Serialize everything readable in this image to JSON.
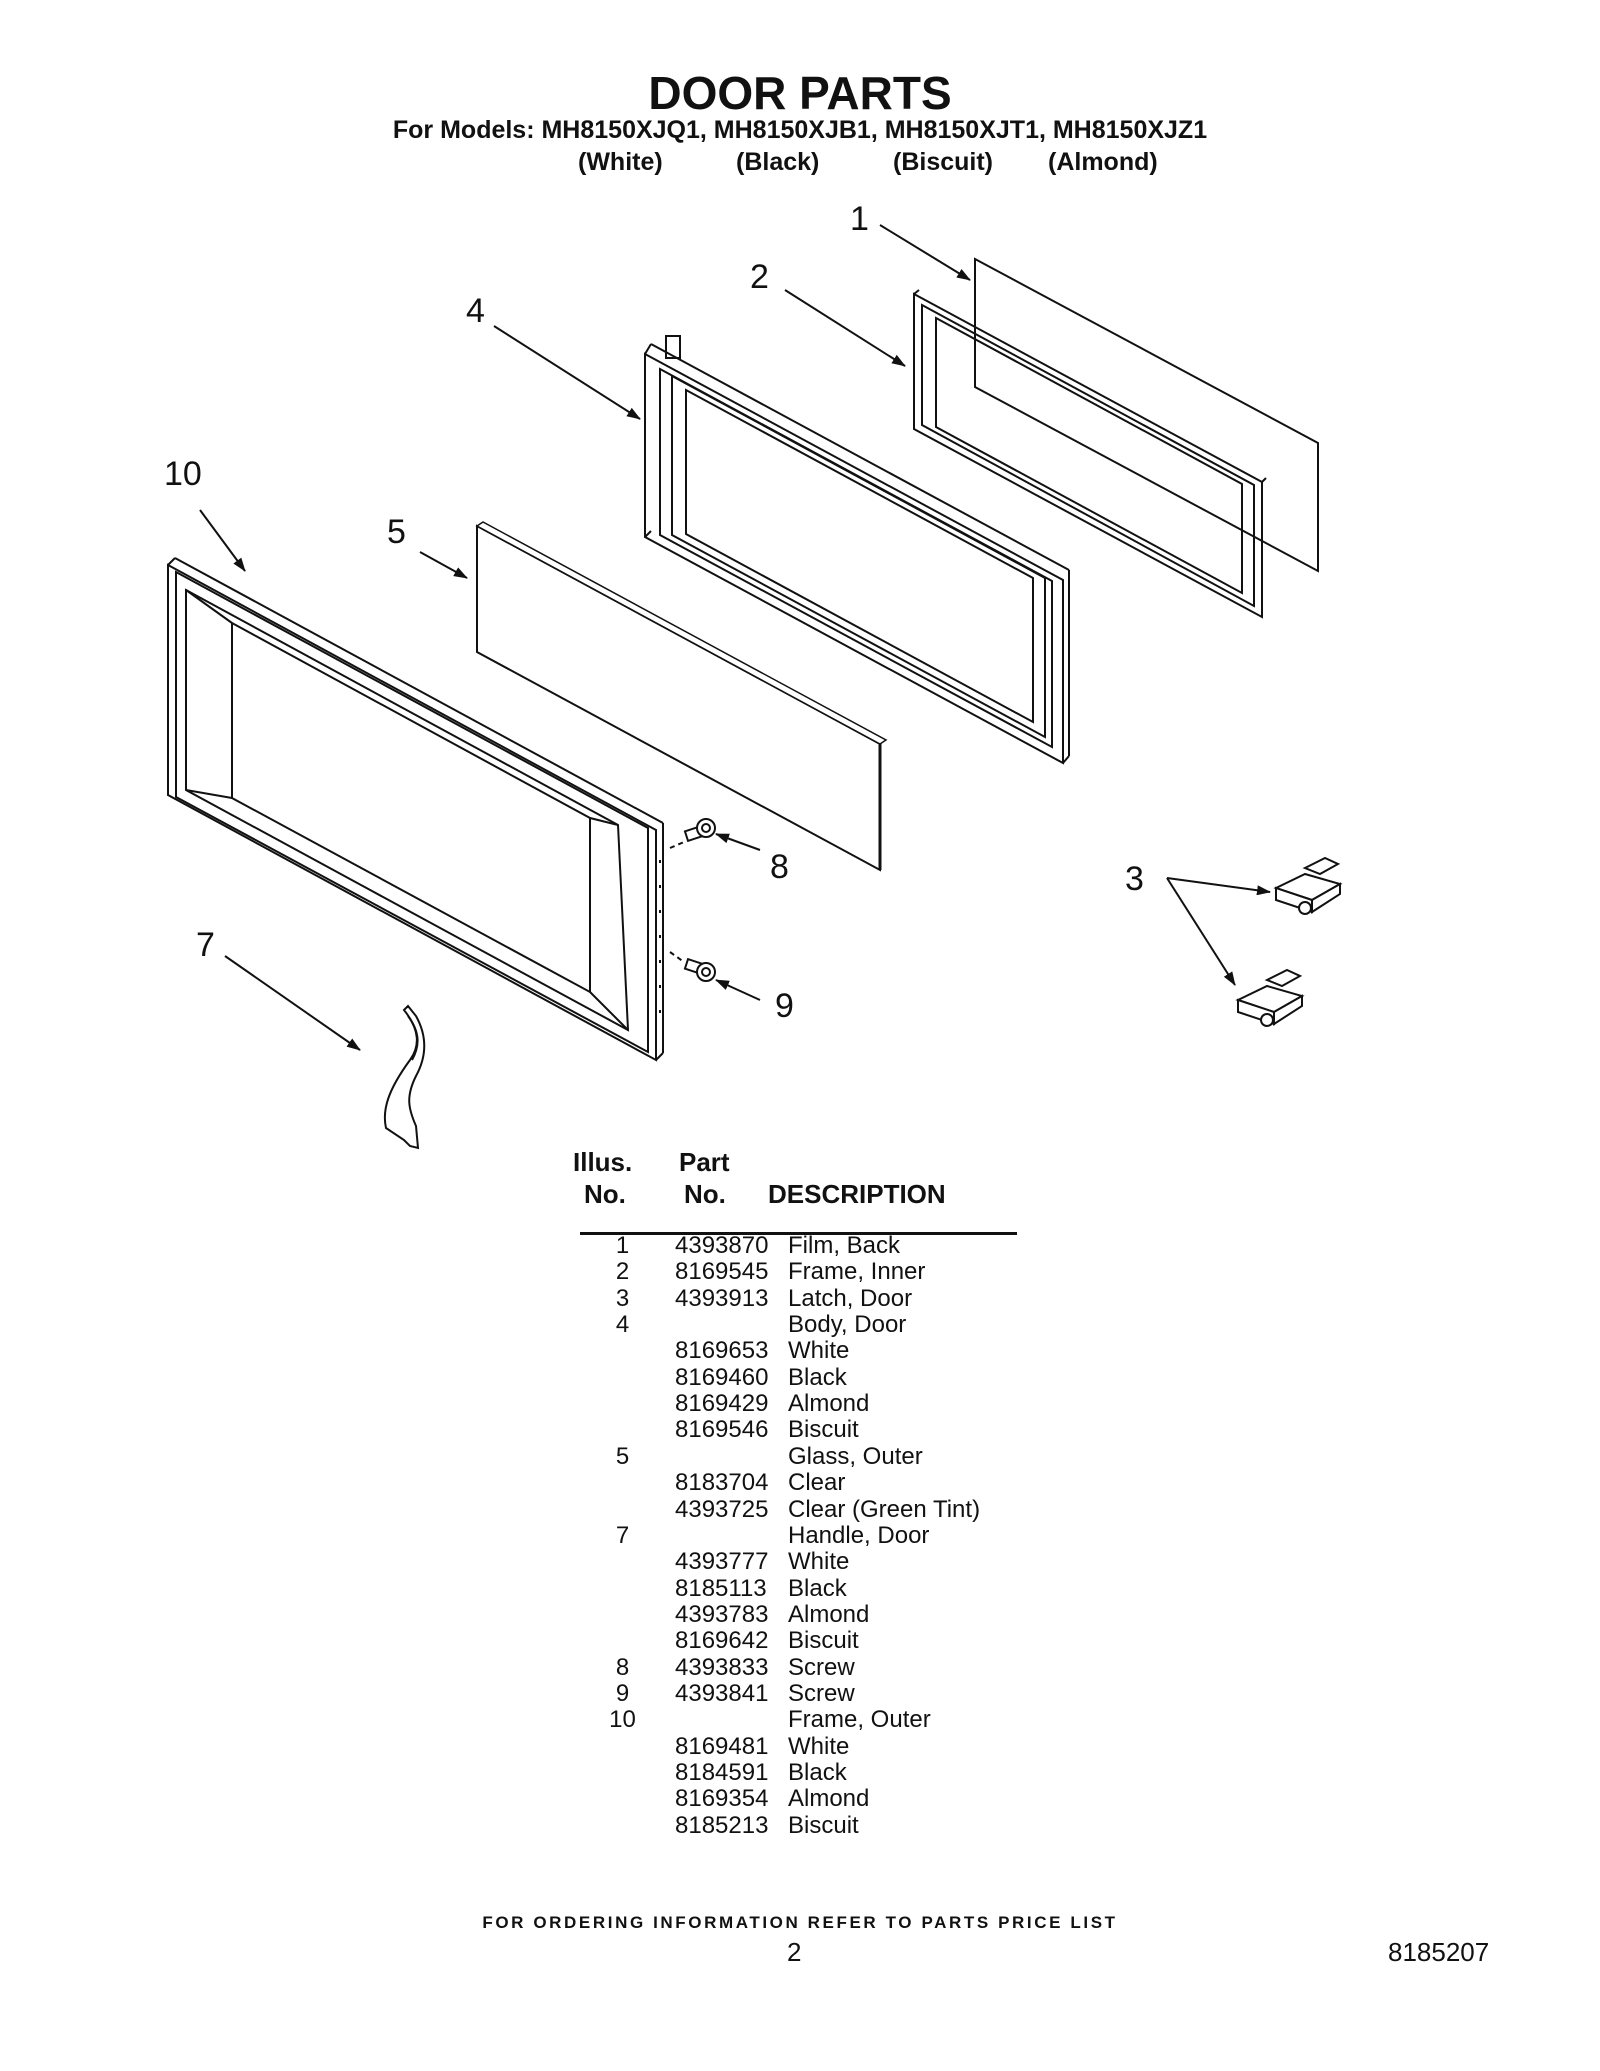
{
  "header": {
    "title": "DOOR PARTS",
    "models": "For Models: MH8150XJQ1, MH8150XJB1, MH8150XJT1, MH8150XJZ1",
    "colors": [
      "(White)",
      "(Black)",
      "(Biscuit)",
      "(Almond)"
    ]
  },
  "callouts": {
    "c1": "1",
    "c2": "2",
    "c3": "3",
    "c4": "4",
    "c5": "5",
    "c7": "7",
    "c8": "8",
    "c9": "9",
    "c10": "10"
  },
  "table": {
    "headers": {
      "illus_1": "Illus.",
      "illus_2": "No.",
      "part_1": "Part",
      "part_2": "No.",
      "desc": "DESCRIPTION"
    },
    "rows": [
      {
        "illus": "1",
        "part": "4393870",
        "desc": "Film, Back"
      },
      {
        "illus": "2",
        "part": "8169545",
        "desc": "Frame, Inner"
      },
      {
        "illus": "3",
        "part": "4393913",
        "desc": "Latch, Door"
      },
      {
        "illus": "4",
        "part": "",
        "desc": "Body, Door"
      },
      {
        "illus": "",
        "part": "8169653",
        "desc": "White"
      },
      {
        "illus": "",
        "part": "8169460",
        "desc": "Black"
      },
      {
        "illus": "",
        "part": "8169429",
        "desc": "Almond"
      },
      {
        "illus": "",
        "part": "8169546",
        "desc": "Biscuit"
      },
      {
        "illus": "5",
        "part": "",
        "desc": "Glass, Outer"
      },
      {
        "illus": "",
        "part": "8183704",
        "desc": "Clear"
      },
      {
        "illus": "",
        "part": "4393725",
        "desc": "Clear (Green Tint)"
      },
      {
        "illus": "7",
        "part": "",
        "desc": "Handle, Door"
      },
      {
        "illus": "",
        "part": "4393777",
        "desc": "White"
      },
      {
        "illus": "",
        "part": "8185113",
        "desc": "Black"
      },
      {
        "illus": "",
        "part": "4393783",
        "desc": "Almond"
      },
      {
        "illus": "",
        "part": "8169642",
        "desc": "Biscuit"
      },
      {
        "illus": "8",
        "part": "4393833",
        "desc": "Screw"
      },
      {
        "illus": "9",
        "part": "4393841",
        "desc": "Screw"
      },
      {
        "illus": "10",
        "part": "",
        "desc": "Frame, Outer"
      },
      {
        "illus": "",
        "part": "8169481",
        "desc": "White"
      },
      {
        "illus": "",
        "part": "8184591",
        "desc": "Black"
      },
      {
        "illus": "",
        "part": "8169354",
        "desc": "Almond"
      },
      {
        "illus": "",
        "part": "8185213",
        "desc": "Biscuit"
      }
    ]
  },
  "footer": {
    "note": "FOR ORDERING INFORMATION REFER TO PARTS PRICE LIST",
    "page": "2",
    "doc_number": "8185207"
  }
}
